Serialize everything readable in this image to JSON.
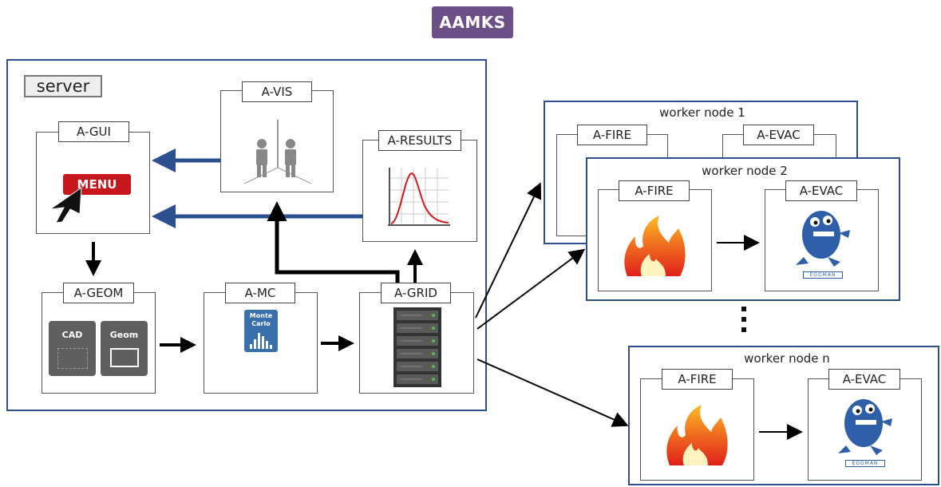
{
  "title": "AAMKS",
  "server": {
    "label": "server",
    "modules": {
      "gui": "A-GUI",
      "vis": "A-VIS",
      "results": "A-RESULTS",
      "geom": "A-GEOM",
      "mc": "A-MC",
      "grid": "A-GRID"
    },
    "gui_menu_label": "MENU",
    "geom_tiles": [
      "CAD",
      "Geom"
    ],
    "mc_icon_text": [
      "Monte",
      "Carlo"
    ]
  },
  "workers": [
    {
      "title": "worker node 1",
      "fire": "A-FIRE",
      "evac": "A-EVAC"
    },
    {
      "title": "worker node 2",
      "fire": "A-FIRE",
      "evac": "A-EVAC"
    },
    {
      "title": "worker node n",
      "fire": "A-FIRE",
      "evac": "A-EVAC"
    }
  ],
  "eggman_label": "EGGMAN",
  "colors": {
    "accent": "#2c4f8f",
    "title_bg": "#6b4f86",
    "menu_red": "#c8161d"
  }
}
